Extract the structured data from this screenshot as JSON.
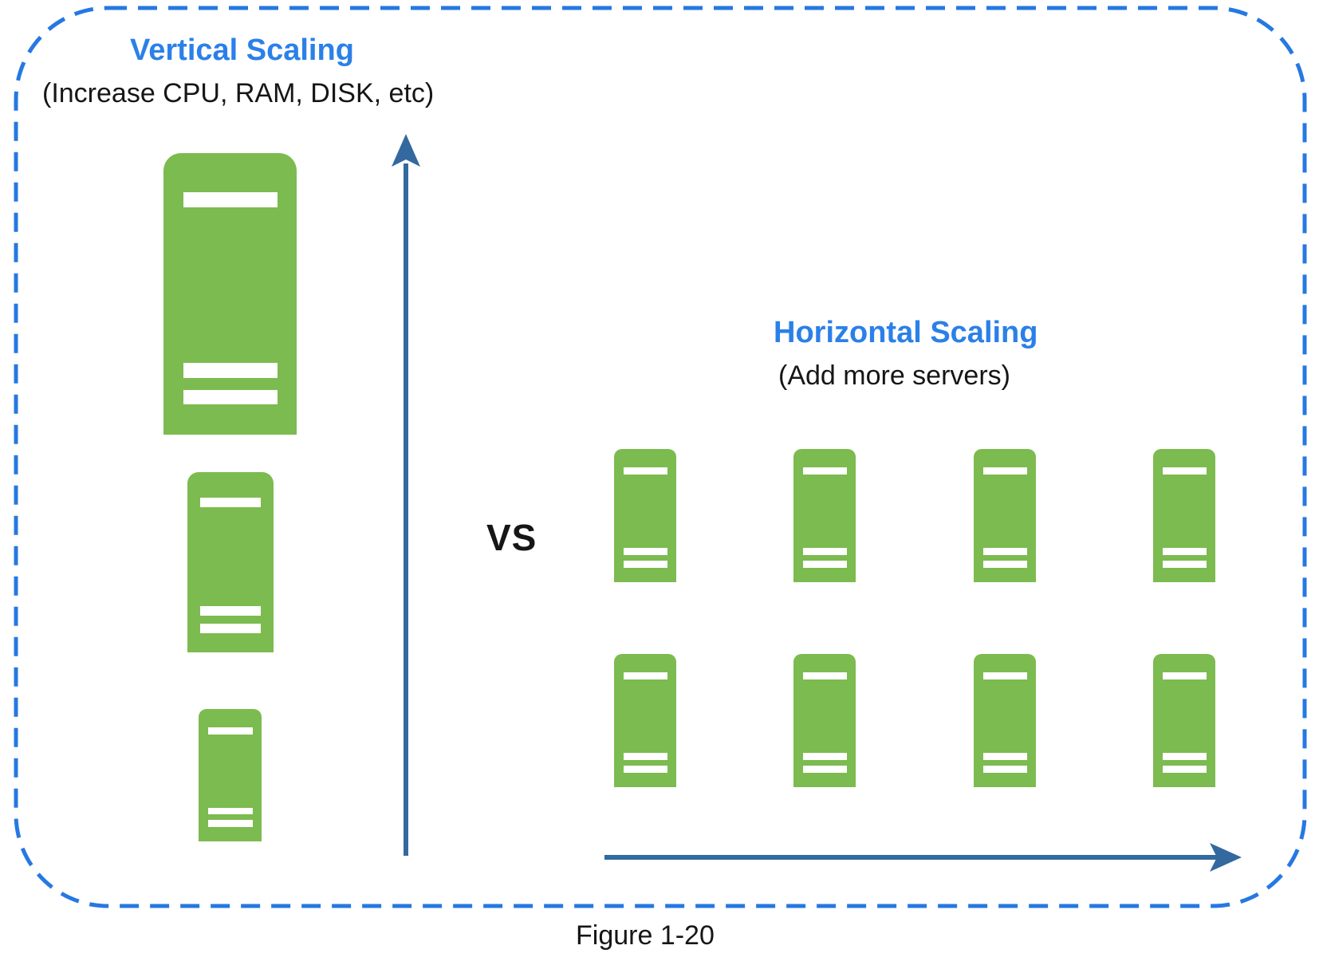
{
  "figure": {
    "caption": "Figure 1-20",
    "vs_label": "VS"
  },
  "vertical_scaling": {
    "title": "Vertical Scaling",
    "subtitle": "(Increase CPU, RAM, DISK, etc)",
    "servers": [
      {
        "size": "large"
      },
      {
        "size": "medium"
      },
      {
        "size": "small"
      }
    ]
  },
  "horizontal_scaling": {
    "title": "Horizontal Scaling",
    "subtitle": "(Add more servers)",
    "grid": {
      "rows": 2,
      "columns": 4
    }
  },
  "icons": {
    "server": "server-icon",
    "up_arrow": "up-arrow-icon",
    "right_arrow": "right-arrow-icon"
  },
  "colors": {
    "server_green": "#7cbb4f",
    "stripe_white": "#ffffff",
    "heading_blue": "#2b80e8",
    "border_blue": "#2678e2",
    "arrow_blue": "#33699f",
    "text_dark": "#161616"
  }
}
